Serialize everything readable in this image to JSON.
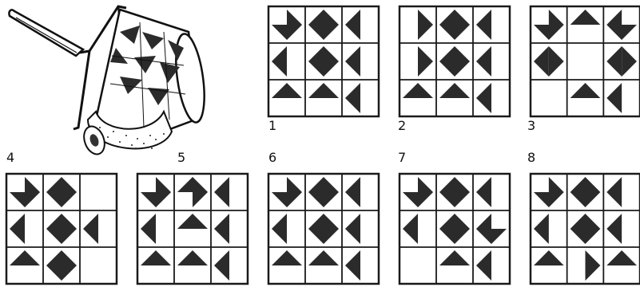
{
  "options": [
    {
      "label": "1",
      "tris": [
        [
          "r0c0",
          "r"
        ],
        [
          "r0c0",
          "b"
        ],
        [
          "r0c1",
          "t"
        ],
        [
          "r0c1",
          "b"
        ],
        [
          "r0c2",
          "l"
        ],
        [
          "r1c0",
          "l"
        ],
        [
          "r1c1",
          "t"
        ],
        [
          "r1c1",
          "b"
        ],
        [
          "r1c2",
          "l"
        ],
        [
          "r2c0",
          "t"
        ],
        [
          "r2c1",
          "t"
        ],
        [
          "r2c2",
          "l"
        ]
      ]
    },
    {
      "label": "2",
      "tris": [
        [
          "r0c0",
          "r"
        ],
        [
          "r0c1",
          "t"
        ],
        [
          "r0c1",
          "b"
        ],
        [
          "r0c2",
          "l"
        ],
        [
          "r1c0",
          "r"
        ],
        [
          "r1c1",
          "t"
        ],
        [
          "r1c1",
          "b"
        ],
        [
          "r1c2",
          "l"
        ],
        [
          "r2c0",
          "t"
        ],
        [
          "r2c1",
          "t"
        ],
        [
          "r2c2",
          "l"
        ]
      ]
    },
    {
      "label": "3",
      "tris": [
        [
          "r0c0",
          "r"
        ],
        [
          "r0c0",
          "b"
        ],
        [
          "r0c1",
          "t"
        ],
        [
          "r0c2",
          "l"
        ],
        [
          "r0c2",
          "b"
        ],
        [
          "r1c0",
          "l"
        ],
        [
          "r1c0",
          "r"
        ],
        [
          "r1c2",
          "l"
        ],
        [
          "r1c2",
          "r"
        ],
        [
          "r2c1",
          "t"
        ],
        [
          "r2c2",
          "l"
        ]
      ]
    },
    {
      "label": "4",
      "tris": [
        [
          "r0c0",
          "r"
        ],
        [
          "r0c0",
          "b"
        ],
        [
          "r0c1",
          "t"
        ],
        [
          "r0c1",
          "b"
        ],
        [
          "r1c0",
          "l"
        ],
        [
          "r1c1",
          "t"
        ],
        [
          "r1c1",
          "b"
        ],
        [
          "r1c2",
          "l"
        ],
        [
          "r2c0",
          "t"
        ],
        [
          "r2c1",
          "t"
        ],
        [
          "r2c1",
          "b"
        ]
      ]
    },
    {
      "label": "5",
      "tris": [
        [
          "r0c0",
          "r"
        ],
        [
          "r0c0",
          "b"
        ],
        [
          "r0c1",
          "t"
        ],
        [
          "r0c1",
          "r"
        ],
        [
          "r0c2",
          "l"
        ],
        [
          "r1c0",
          "l"
        ],
        [
          "r1c1",
          "t"
        ],
        [
          "r1c2",
          "l"
        ],
        [
          "r2c0",
          "t"
        ],
        [
          "r2c1",
          "t"
        ],
        [
          "r2c2",
          "l"
        ]
      ]
    },
    {
      "label": "6",
      "tris": [
        [
          "r0c0",
          "r"
        ],
        [
          "r0c0",
          "b"
        ],
        [
          "r0c1",
          "t"
        ],
        [
          "r0c1",
          "b"
        ],
        [
          "r0c2",
          "l"
        ],
        [
          "r1c0",
          "l"
        ],
        [
          "r1c1",
          "t"
        ],
        [
          "r1c1",
          "b"
        ],
        [
          "r1c2",
          "l"
        ],
        [
          "r2c0",
          "t"
        ],
        [
          "r2c1",
          "t"
        ],
        [
          "r2c2",
          "l"
        ]
      ]
    },
    {
      "label": "7",
      "tris": [
        [
          "r0c0",
          "r"
        ],
        [
          "r0c0",
          "b"
        ],
        [
          "r0c1",
          "t"
        ],
        [
          "r0c1",
          "b"
        ],
        [
          "r0c2",
          "l"
        ],
        [
          "r1c0",
          "l"
        ],
        [
          "r1c1",
          "t"
        ],
        [
          "r1c1",
          "b"
        ],
        [
          "r1c2",
          "l"
        ],
        [
          "r1c2",
          "b"
        ],
        [
          "r2c1",
          "t"
        ],
        [
          "r2c2",
          "l"
        ]
      ]
    },
    {
      "label": "8",
      "tris": [
        [
          "r0c0",
          "r"
        ],
        [
          "r0c0",
          "b"
        ],
        [
          "r0c1",
          "t"
        ],
        [
          "r0c1",
          "b"
        ],
        [
          "r0c2",
          "l"
        ],
        [
          "r1c0",
          "l"
        ],
        [
          "r1c1",
          "t"
        ],
        [
          "r1c1",
          "b"
        ],
        [
          "r1c2",
          "l"
        ],
        [
          "r2c0",
          "t"
        ],
        [
          "r2c1",
          "r"
        ],
        [
          "r2c2",
          "t"
        ]
      ]
    }
  ],
  "colors": {
    "ink": "#1a1a1a",
    "shade": "#2b2b2b",
    "paper": "#ffffff"
  }
}
